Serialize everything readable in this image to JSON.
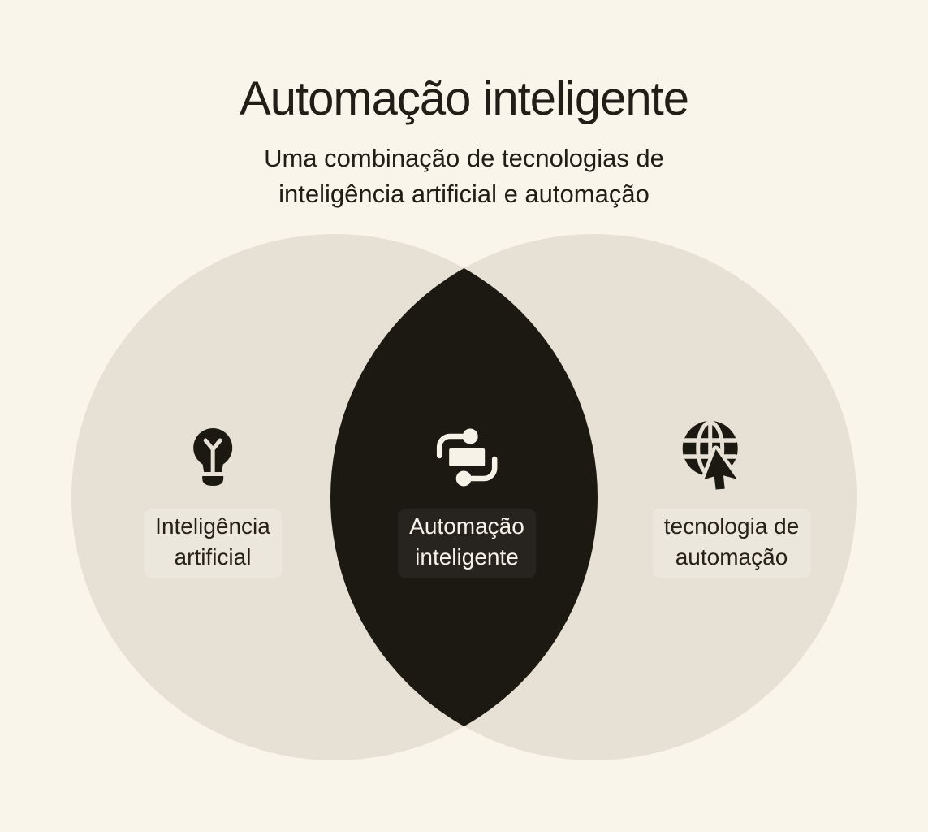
{
  "header": {
    "title": "Automação inteligente",
    "subtitle_lines": [
      "Uma combinação de tecnologias de",
      "inteligência artificial e automação"
    ]
  },
  "venn": {
    "left_region": {
      "icon": "lightbulb-icon",
      "label_lines": [
        "Inteligência",
        "artificial"
      ]
    },
    "center_region": {
      "icon": "workflow-automation-icon",
      "label_lines": [
        "Automação",
        "inteligente"
      ]
    },
    "right_region": {
      "icon": "globe-cursor-icon",
      "label_lines": [
        "tecnologia de",
        "automação"
      ]
    }
  },
  "colors": {
    "background": "#FAF5EB",
    "circle": "#E6E1D4",
    "intersection": "#1C1913",
    "title_text": "#211E18",
    "label_text": "#272219",
    "center_label_text": "#F6F2E8",
    "icon_dark": "#1C1913",
    "icon_light": "#F6F2E8"
  }
}
